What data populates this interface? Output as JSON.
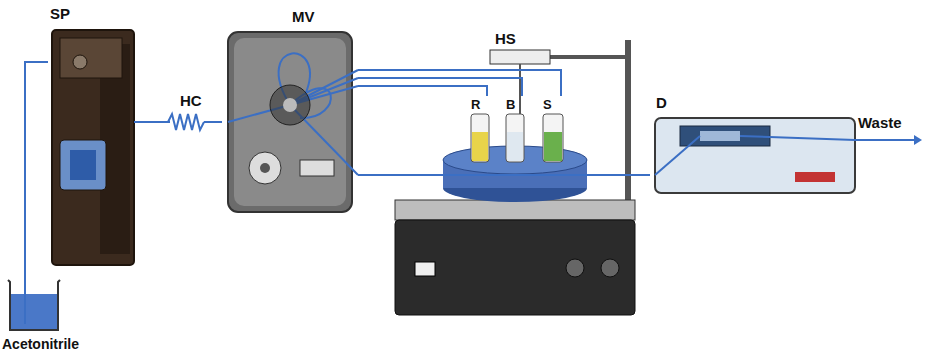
{
  "diagram": {
    "nodes": [
      {
        "text": [
          "Acetonitrile"
        ]
      },
      {
        "text": [
          "SP"
        ]
      },
      {
        "text": [
          "MV"
        ]
      },
      {
        "text": [
          "HS"
        ]
      },
      {
        "text": [
          "R"
        ],
        "in": 3
      },
      {
        "text": [
          "B"
        ],
        "in": 3
      },
      {
        "text": [
          "S"
        ],
        "in": 3
      },
      {
        "text": [
          "D"
        ]
      }
    ],
    "edges": [
      {
        "from": 0,
        "to": 1,
        "arrow": "none"
      },
      {
        "from": 1,
        "to": 2,
        "arrow": "none"
      },
      {
        "from": 2,
        "to": 4,
        "arrow": "none"
      },
      {
        "from": 2,
        "to": 5,
        "arrow": "none"
      },
      {
        "from": 2,
        "to": 6,
        "arrow": "none"
      },
      {
        "from": 2,
        "to": 7,
        "arrow": "none"
      }
    ],
    "labels": [
      "HC",
      "Waste"
    ]
  }
}
